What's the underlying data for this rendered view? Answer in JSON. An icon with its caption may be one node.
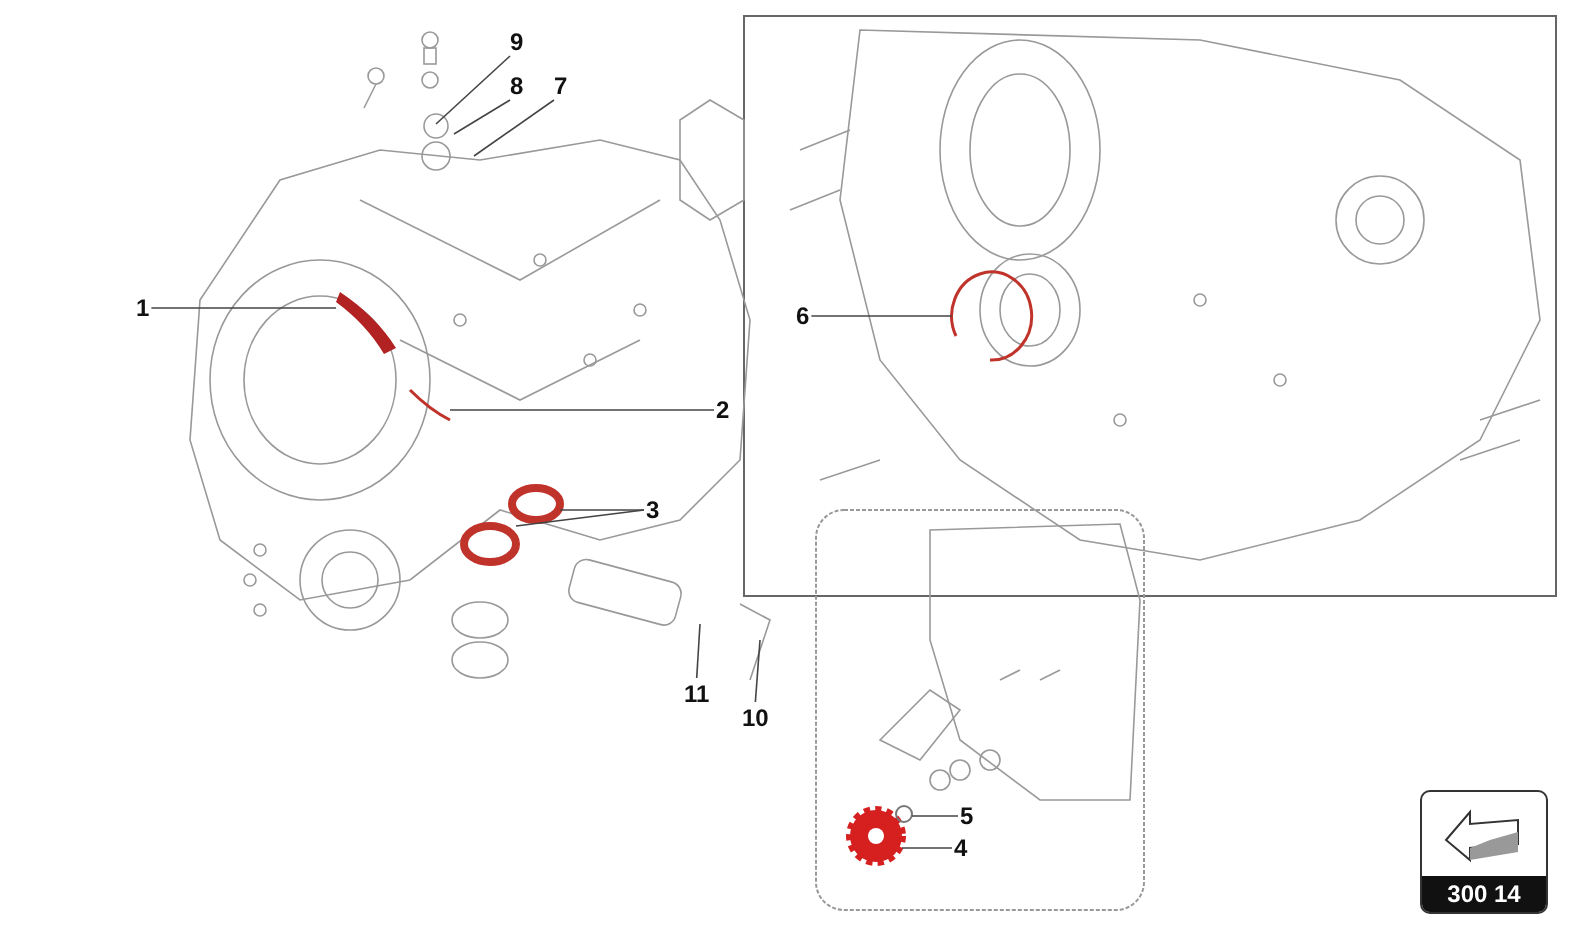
{
  "diagram": {
    "nodes": [
      {
        "text": [
          "9"
        ]
      },
      {
        "text": [
          "8"
        ]
      },
      {
        "text": [
          "7"
        ]
      },
      {
        "text": [
          "1"
        ]
      },
      {
        "text": [
          "6"
        ]
      },
      {
        "text": [
          "2"
        ]
      },
      {
        "text": [
          "3"
        ]
      },
      {
        "text": [
          "11"
        ]
      },
      {
        "text": [
          "10"
        ]
      },
      {
        "text": [
          "5"
        ]
      },
      {
        "text": [
          "4"
        ]
      },
      {
        "text": [],
        "shape": "picture"
      },
      {
        "text": [],
        "shape": "picture"
      },
      {
        "text": [],
        "shape": "circle"
      },
      {
        "text": [],
        "shape": "circle"
      },
      {
        "text": [],
        "shape": "picture"
      },
      {
        "text": [],
        "shape": "picture"
      },
      {
        "text": [],
        "shape": "circle"
      }
    ],
    "edges": [
      {
        "from": 0,
        "to": null,
        "arrow": "none"
      },
      {
        "from": 1,
        "to": null,
        "arrow": "none"
      },
      {
        "from": 2,
        "to": null,
        "arrow": "none"
      },
      {
        "from": 3,
        "to": 11,
        "arrow": "none"
      },
      {
        "from": 4,
        "to": 15,
        "arrow": "none"
      },
      {
        "from": 5,
        "to": 12,
        "arrow": "none"
      },
      {
        "from": 6,
        "to": 13,
        "arrow": "none"
      },
      {
        "from": 6,
        "to": 14,
        "arrow": "none"
      },
      {
        "from": 7,
        "to": null,
        "arrow": "none"
      },
      {
        "from": 8,
        "to": null,
        "arrow": "none"
      },
      {
        "from": 9,
        "to": 17,
        "arrow": "none"
      },
      {
        "from": 10,
        "to": 16,
        "arrow": "none"
      }
    ],
    "labels": [
      "300 14"
    ]
  }
}
